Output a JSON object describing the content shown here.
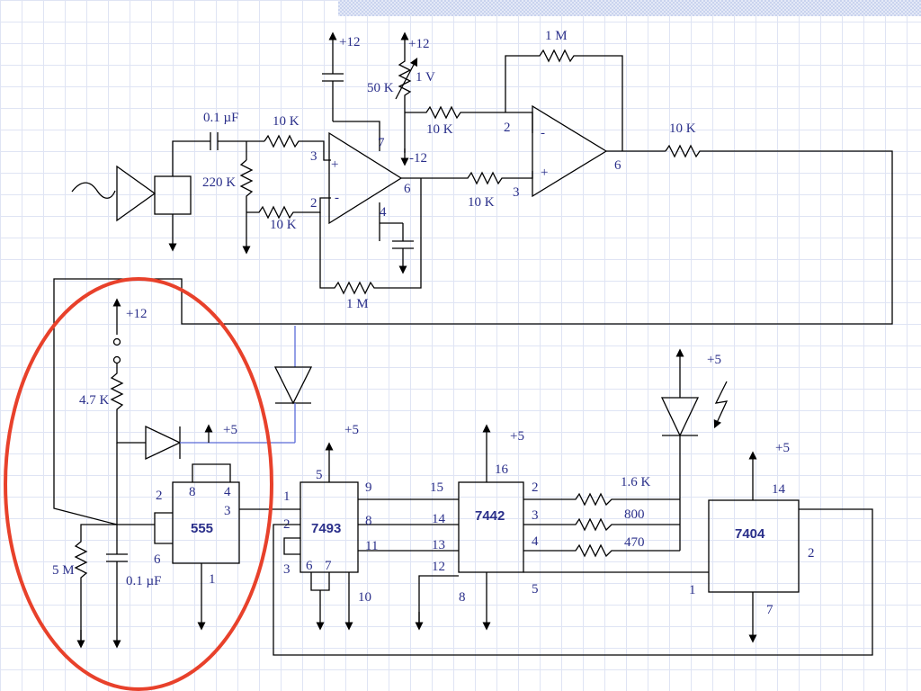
{
  "supply": {
    "plus12_cap": "+12",
    "plus12_pot": "+12",
    "minus12": "-12",
    "plus12_555": "+12",
    "plus5_diode": "+5",
    "plus5_7493": "+5",
    "plus5_7442": "+5",
    "plus5_led": "+5",
    "plus5_7404": "+5"
  },
  "components": {
    "c_in": "0.1 µF",
    "r_in": "10 K",
    "r_bias": "220 K",
    "r_neg": "10 K",
    "r_fb1": "1 M",
    "pot": "50 K",
    "pot_v": "1 V",
    "r_pot": "10 K",
    "r_amp2": "10 K",
    "r_fb2": "1 M",
    "r_out": "10 K",
    "r_timer": "4.7 K",
    "r_5m": "5 M",
    "c_timer": "0.1 µF",
    "r_16k": "1.6 K",
    "r_800": "800",
    "r_470": "470"
  },
  "chips": {
    "c555": "555",
    "c7493": "7493",
    "c7442": "7442",
    "c7404": "7404"
  },
  "pins": {
    "op1_3": "3",
    "op1_2": "2",
    "op1_7": "7",
    "op1_4": "4",
    "op1_6": "6",
    "op2_2": "2",
    "op2_3": "3",
    "op2_6": "6",
    "op2_minus": "-",
    "op2_plus": "+",
    "op1_plus": "+",
    "op1_minus": "-",
    "t_2": "2",
    "t_8": "8",
    "t_4": "4",
    "t_3": "3",
    "t_6": "6",
    "t_1": "1",
    "n_5": "5",
    "n_9": "9",
    "n_1": "1",
    "n_2": "2",
    "n_8": "8",
    "n_11": "11",
    "n_3": "3",
    "n_6": "6",
    "n_7": "7",
    "n_10": "10",
    "d_15": "15",
    "d_16": "16",
    "d_14": "14",
    "d_13": "13",
    "d_12": "12",
    "d_2": "2",
    "d_3": "3",
    "d_4": "4",
    "d_5": "5",
    "d_8": "8",
    "i_14": "14",
    "i_2": "2",
    "i_1": "1",
    "i_7": "7"
  }
}
